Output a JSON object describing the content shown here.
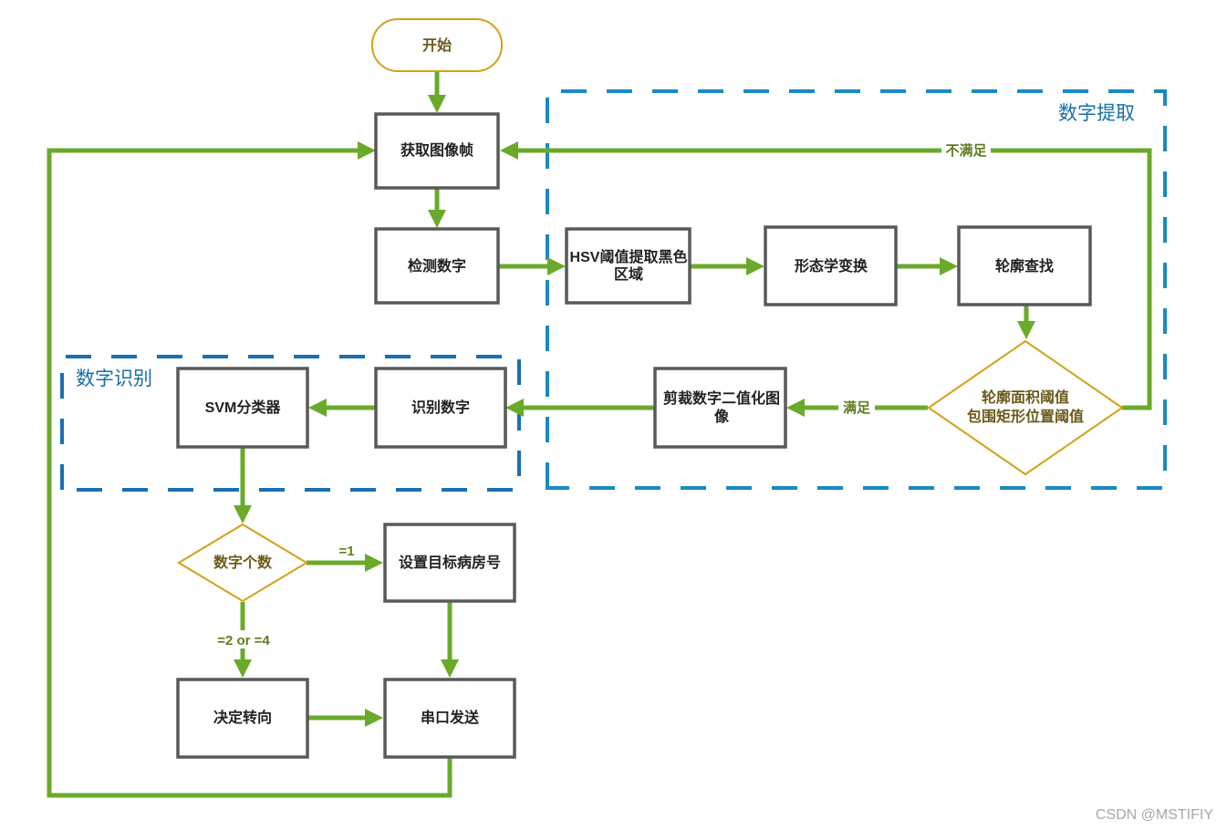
{
  "nodes": {
    "start": "开始",
    "get_frame": "获取图像帧",
    "detect_digit": "检测数字",
    "hsv_line1": "HSV阈值提取黑色",
    "hsv_line2": "区域",
    "morph": "形态学变换",
    "contour_find": "轮廓查找",
    "decision_line1": "轮廓面积阈值",
    "decision_line2": "包围矩形位置阈值",
    "crop_line1": "剪裁数字二值化图",
    "crop_line2": "像",
    "recognize": "识别数字",
    "svm": "SVM分类器",
    "digit_count": "数字个数",
    "set_target": "设置目标病房号",
    "decide_turn": "决定转向",
    "serial_send": "串口发送"
  },
  "edge_labels": {
    "not_satisfied": "不满足",
    "satisfied": "满足",
    "eq1": "=1",
    "eq2or4": "=2 or =4"
  },
  "groups": {
    "extraction": {
      "title": "数字提取",
      "color": "#1a8ac2"
    },
    "recognition": {
      "title": "数字识别",
      "color": "#1a6fb0"
    }
  },
  "colors": {
    "arrow": "#6aaa2a",
    "box_border": "#595959",
    "decision_border": "#d4a017"
  },
  "watermark": "CSDN @MSTIFIY"
}
